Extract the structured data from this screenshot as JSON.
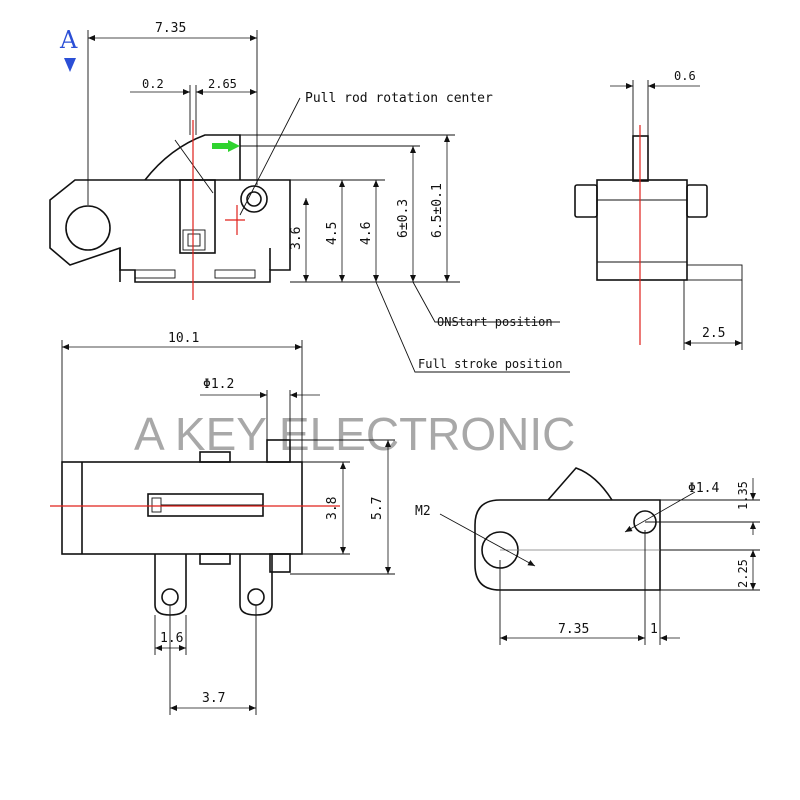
{
  "view_marker": {
    "letter": "A",
    "color": "#2b4fd6"
  },
  "watermark": "A KEY ELECTRONIC",
  "labels": {
    "pull_rod_center": "Pull rod rotation center",
    "on_start": "ONStart position",
    "full_stroke": "Full stroke position",
    "m2": "M2"
  },
  "dims": {
    "top_width": "7.35",
    "gap_02": "0.2",
    "gap_265": "2.65",
    "h36": "3.6",
    "h45": "4.5",
    "h46": "4.6",
    "h6": "6±0.3",
    "h65": "6.5±0.1",
    "side_06": "0.6",
    "side_25": "2.5",
    "front_101": "10.1",
    "front_d12": "Φ1.2",
    "front_38": "3.8",
    "front_57": "5.7",
    "front_16": "1.6",
    "front_37": "3.7",
    "bl_d14": "Φ1.4",
    "bl_135": "1.35",
    "bl_225": "2.25",
    "bl_735": "7.35",
    "bl_1": "1"
  },
  "colors": {
    "arrow": "#2fd32f",
    "centerline": "#e0201a"
  }
}
